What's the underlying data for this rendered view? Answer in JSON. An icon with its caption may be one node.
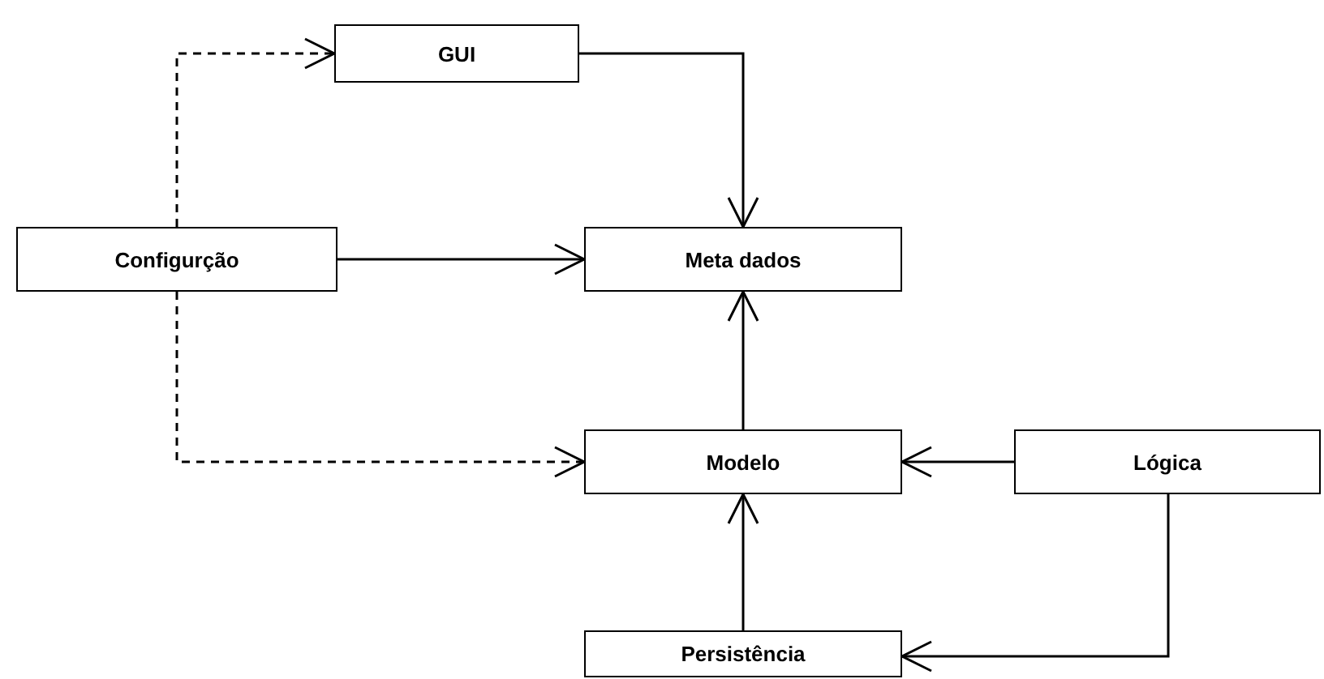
{
  "diagram": {
    "nodes": [
      {
        "text": [
          "GUI"
        ]
      },
      {
        "text": [
          "Configurção"
        ]
      },
      {
        "text": [
          "Meta dados"
        ]
      },
      {
        "text": [
          "Modelo"
        ]
      },
      {
        "text": [
          "Lógica"
        ]
      },
      {
        "text": [
          "Persistência"
        ]
      }
    ],
    "edges": [
      {
        "from": 1,
        "to": 0,
        "arrow": "to",
        "style": "dashed"
      },
      {
        "from": 0,
        "to": 2,
        "arrow": "to"
      },
      {
        "from": 1,
        "to": 2,
        "arrow": "to"
      },
      {
        "from": 1,
        "to": 3,
        "arrow": "to",
        "style": "dashed"
      },
      {
        "from": 3,
        "to": 2,
        "arrow": "to"
      },
      {
        "from": 4,
        "to": 3,
        "arrow": "to"
      },
      {
        "from": 4,
        "to": 5,
        "arrow": "to"
      },
      {
        "from": 5,
        "to": 3,
        "arrow": "to"
      }
    ]
  }
}
